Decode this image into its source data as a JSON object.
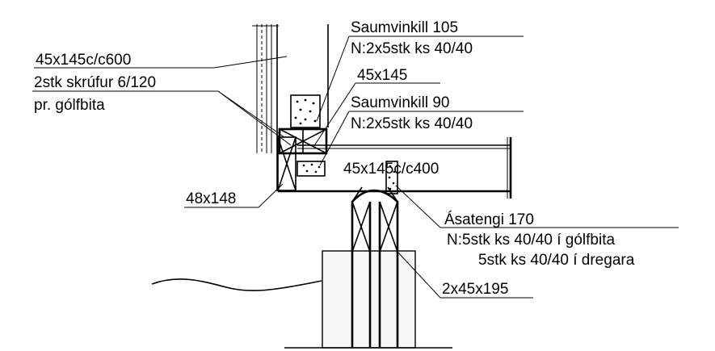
{
  "labels": {
    "wall_stud": "45x145c/c600",
    "screws": "2stk skrúfur 6/120",
    "per_joist": "pr. gólfbita",
    "nail_plate_105": "Saumvinkill 105",
    "nail_plate_105_nails": "N:2x5stk ks 40/40",
    "blocking": "45x145",
    "nail_plate_90": "Saumvinkill 90",
    "nail_plate_90_nails": "N:2x5stk ks 40/40",
    "floor_joist": "45x145c/c400",
    "rim_beam": "48x148",
    "joist_hanger": "Ásatengi 170",
    "hanger_nails_joist": "N:5stk ks 40/40 í gólfbita",
    "hanger_nails_girder": "5stk ks 40/40 í dregara",
    "girder": "2x45x195"
  }
}
